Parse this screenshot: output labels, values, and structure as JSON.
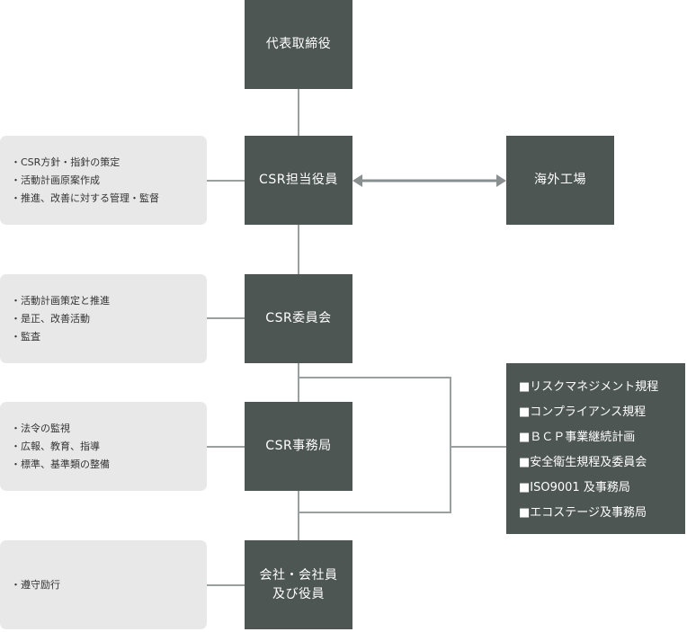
{
  "nodes": {
    "representative_director": "代表取締役",
    "csr_officer": "CSR担当役員",
    "overseas_factory": "海外工場",
    "csr_committee": "CSR委員会",
    "csr_secretariat": "CSR事務局",
    "company_line1": "会社・会社員",
    "company_line2": "及び役員"
  },
  "notes": {
    "officer": [
      "CSR方針・指針の策定",
      "活動計画原案作成",
      "推進、改善に対する管理・監督"
    ],
    "committee": [
      "活動計画策定と推進",
      "是正、改善活動",
      "監査"
    ],
    "secretariat": [
      "法令の監視",
      "広報、教育、指導",
      "標準、基準類の整備"
    ],
    "company": [
      "遵守励行"
    ]
  },
  "standards": [
    "リスクマネジメント規程",
    "コンプライアンス規程",
    "ＢＣＰ事業継続計画",
    "安全衛生規程及委員会",
    "ISO9001 及事務局",
    "エコステージ及事務局"
  ],
  "colors": {
    "box": "#4d5653",
    "note_bg": "#e8e8e8",
    "line": "#9aa0a0",
    "arrow": "#8a8f8f"
  }
}
